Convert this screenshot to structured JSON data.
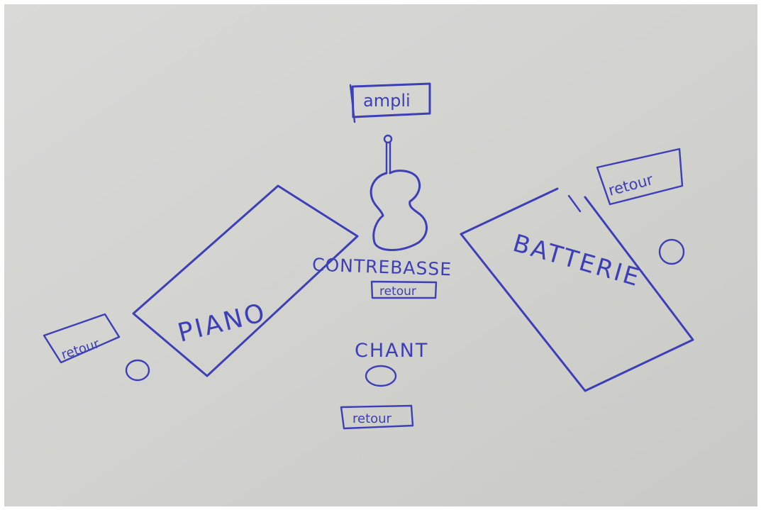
{
  "ink_color": "#3d3fb8",
  "paper_color": "#d6d6d4",
  "labels": {
    "ampli": "ampli",
    "contrebasse": "CONTREBASSE",
    "piano": "PIANO",
    "batterie": "BATTERIE",
    "chant": "CHANT"
  },
  "monitors": {
    "left": "retour",
    "right": "retour",
    "center": "retour",
    "bottom": "retour"
  }
}
